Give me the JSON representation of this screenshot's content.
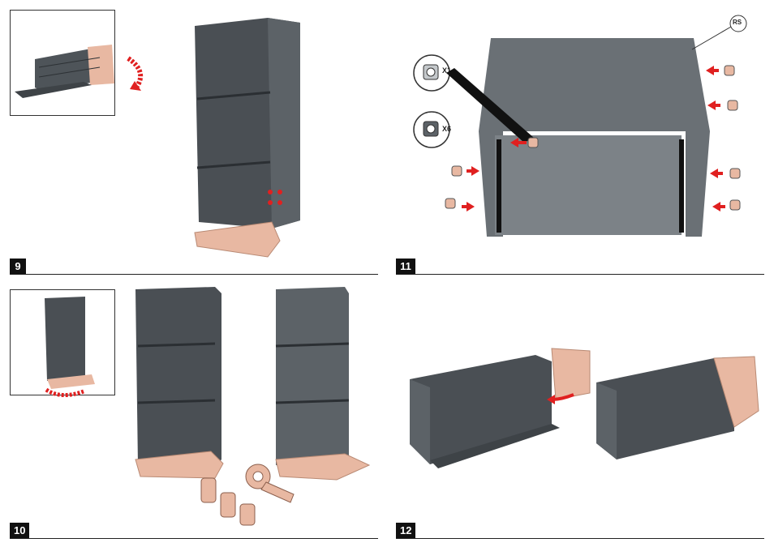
{
  "steps": [
    {
      "number": "9"
    },
    {
      "number": "11"
    },
    {
      "number": "10"
    },
    {
      "number": "12"
    }
  ],
  "step11": {
    "callout_rs": "RS",
    "part_x1": "X1",
    "part_x6": "X6"
  },
  "colors": {
    "panel_dark": "#4a4f54",
    "panel_mid": "#5c6267",
    "base_pink": "#e8b8a2",
    "accent_red": "#e02020",
    "label_bg": "#111111"
  }
}
